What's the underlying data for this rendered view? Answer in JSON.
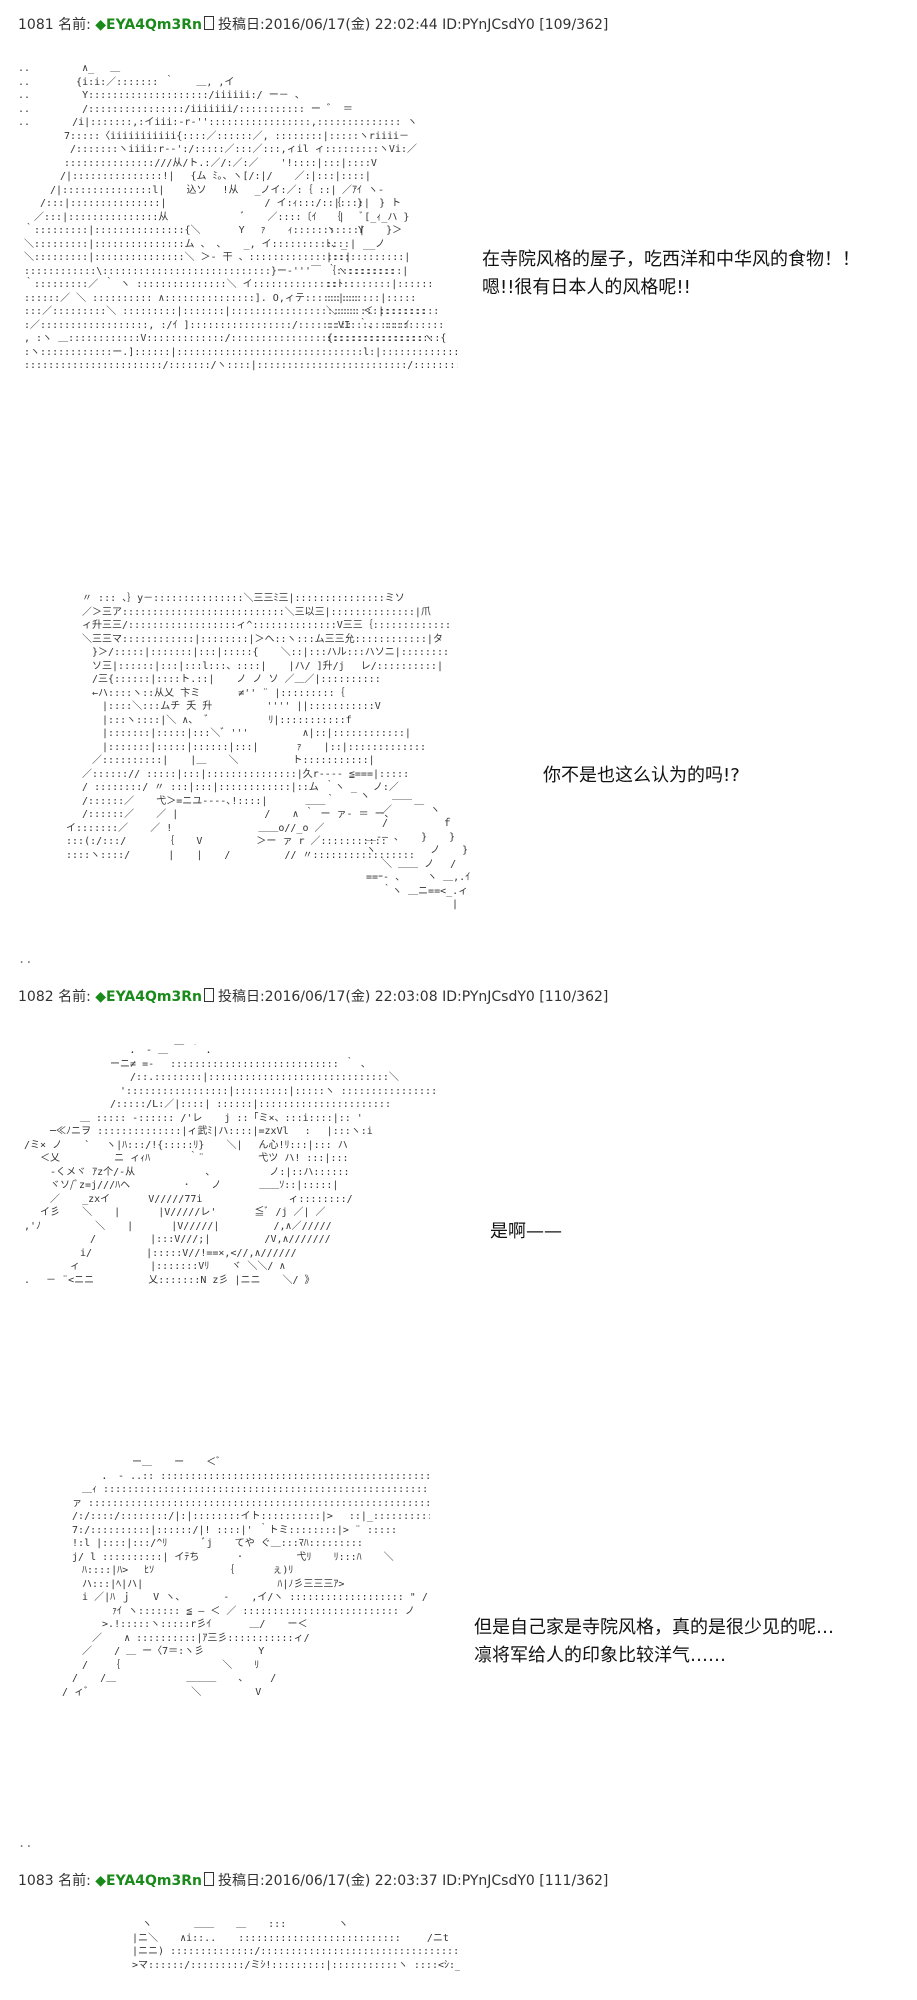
{
  "posts": [
    {
      "number": "1081",
      "name_label": "名前:",
      "trip": "◆EYA4Qm3Rn",
      "date_label": "投稿日:",
      "date": "2016/06/17(金) 22:02:44",
      "id": "ID:PYnJCsdY0",
      "counter": "[109/362]"
    },
    {
      "number": "1082",
      "name_label": "名前:",
      "trip": "◆EYA4Qm3Rn",
      "date_label": "投稿日:",
      "date": "2016/06/17(金) 22:03:08",
      "id": "ID:PYnJCsdY0",
      "counter": "[110/362]"
    },
    {
      "number": "1083",
      "name_label": "名前:",
      "trip": "◆EYA4Qm3Rn",
      "date_label": "投稿日:",
      "date": "2016/06/17(金) 22:03:37",
      "id": "ID:PYnJCsdY0",
      "counter": "[111/362]"
    }
  ],
  "dialogue": {
    "line1a": "在寺院风格的屋子，吃西洋和中华风的食物！！",
    "line1b": "嗯!!很有日本人的风格呢!!",
    "line2": "你不是也这么认为的吗!?",
    "line3": "是啊——",
    "line4a": "但是自己家是寺院风格，真的是很少见的呢…",
    "line4b": "凛将军给人的印象比较洋气……"
  },
  "ascii_art": {
    "art1": ".. 　　　　 ∧_ 　＿ 　\n.. 　　　　{i:i:／::::::: ｀ 　 ＿, ,イ\n.. 　　　　 Y::::::::::::::::::::/iiiiii:/ ー－ 、\n.. 　　　　 /::::::::::::::::/iiiiiii/::::::::::: ー ゛ ＝\n.. 　　　 /i|:::::::,:イiii:-r‐'':::::::::::::::::,:::::::::::::: ヽ\n 　　　　7:::::〈iiiiiiiiiii{::::／::::::／, ::::::::|:::::ヽriiii－\n 　　　　 /:::::::ヽiiii:r-‐':/:::::／:::／:::,ィil ィ:::::::::ヽVi:／\n 　　　　:::::::::::::::///从/ト.:／/:／:／ 　 '!::::|:::|::::V\n 　　　 /|:::::::::::::::!| 　{ム ﾐ｡、ヽ[/:|/ 　 ／:|:::|::::|\n 　　 /|:::::::::::::::l| 　 込ソ 　!从 　_ノイ:／:｛ ::|\n 　 /:::|:::::::::::::::| 　　　　　　　 　 / イ:ｨ:::/::|::::|\n 　／:::|:::::::::::::::从 　　　　　　 ﾞ 　 ／::::〔ｲ 　 |\n ｀:::::::::|:::::::::::::::{＼ 　 　 Y 　ｧ 　 ｨ:::::::::::|\n ＼:::::::::|:::::::::::::::ム 、 ､ 　 _, イ:::::::::::::|\n ＼:::::::::|:::::::::::::::＼ ＞- 干 、::::::::::::::::|\n ::::::::::::\\::::::::::::::::::::::::::::}ー-'''￣ ｀ヽ::::::::\n ｀:::::::::／ ｀ ヽ :::::::::::::::＼ イ:::::::::::::::::\n ::::::／ ＼ :::::::::: ∧:::::::::::::::]. O,ィテ:::::::::\n :::／:::::::::＼ :::::::::|:::::::|::::::::::::::::::::: ＜ ::::::::::\n :／::::::::::::::::::, :/ｲ ]:::::::::::::::::/::::::::: ｀、 ::::::::::\n , :ヽ ＿::::::::::::V:::::::::::::/::::::::::::::::{:::::::::::::::ヽ\n :ヽ::::::::::::ー.]::::::|:::::::::::::::::::::::::::::::l:|::::::::::::::\n :::::::::::::::::::::::/:::::::/ヽ::::|:::::::::::::::::::::::::/::::::::::",
    "art1b": "\n\n\n\n\n\n\n\n\n 　 ／ｱｲ ヽ-\n 　｛ 　} 　} ト\n 　｛ 　 ﾞ[_ｨ_ハ }\n ヽ 　 Y 　 }＞\n ﾄ、_ 　__ノ\n |::::::::::::|\n ｛:::::::::::|\n ::ﾄ::::::::|::::::\n ::|::::::|:::::\n ＼:::::::|:::::::\n ::VI:::::::::ｲ\n :::::::::::::::::::{",
    "art2": " 　 〃 ::: 、｝y－:::::::::::::::＼三三ﾐ三|:::::::::::::::ミソ\n 　 ／＞三ア:::::::::::::::::::::::::::＼三以三|::::::::::::::|爪\n 　 ィ升三三/::::::::::::::::::ィ^::::::::::::::V三三｛::::::::::::::|三》\n 　 ＼三三マ::::::::::::|::::::::|＞ヘ::ヽ:::ム三三允::::::::::::|タ\n 　　 }＞/:::::|:::::::|:::|:::::{ 　 ＼::|:::ハル:::ハソニ|::::::::::\n 　　 ソ三|::::::|:::|:::l:::、::::| 　 |ハ/ ]升/j 　レ/::::::::::|\n 　　 /三{::::::|::::ト.::| 　 ノ ノ ソ ／＿／|::::::::::\n 　　 ←ハ::::ヽ::从乂 卞ミ 　 　 ≠'' ¨ |:::::::::｛\n 　　　 |::::＼:::ムチ 夭 升 　 　 　 '''' ||:::::::::::V\n 　　　 |:::ヽ::::|＼ ∧、 ゛ 　 　 　 ﾘ|:::::::::::f\n 　　　 |:::::::|:::::|:::＼゛''' 　 　 　 ∧|::|::::::::::::|\n 　　　 |:::::::|:::::|::::::|:::| 　 　 ｧ 　 |::|:::::::::::::\n 　　 ／::::::::::| 　 |＿ 　 ＼ 　 　 　 ト:::::::::::|\n 　 ／::::::// :::::|:::|:::::::::::::::|久r---- ≦===|:::::\n 　 / ::::::::/ 〃 :::|:::|::::::::::::|::ム ｀ヽ _ 　ノ:／\n 　 /::::::／ 　 弋＞=ニユ----､!::::| 　 　 ＿＿｀\n 　 /::::::／ 　 ／ | 　 　 　 　 　 / 　 ∧ ｀ ー ァ- ＝ ー､\n イ:::::::／ 　 ／ ! 　 　 　 　 　 ＿＿o//_o ／\n :::(:/:::/ 　 　 ｛ 　 V 　 　 　 ＞ー ァ r ／:::::::::::\n ::::ヽ::::/ 　 　 | 　 | 　 / 　 　 　 // 〃:::::::::::::::::",
    "art2b": "ヽ 　 ＿＿\n 　 ／ 　 ￣ ヽ\n 　 / 　 　 　 ｆ\n ＿-― ､ 　 } 　 }\n ヽ 　 　 　 ノ 　 }\n 　 ＼ ＿＿ ノ 　/\n ==ｰ- 、 　 ヽ ＿,.ｲ\n 　 ｀ヽ ＿ニ==<_.ィ\n 　　　　　　　　 |",
    "art3": " 　　　　　　　　　　 ． ‐ ＿ ￣ ｀ ．\n 　　　　　　　　 ーニ≠ =‐ 　:::::::::::::::::::::::::::: ｀ 、\n 　　　　　　　　　　 /::.::::::::|::::::::::::::::::::::::::::::＼\n 　　　　　　　　　 ':::::::::::::::::|:::::::::|:::::ヽ :::::::::::::::::\n 　　　　　　　　 /:::::/L:／|::::| ::::::|::::::::::::::::::::::\n 　　　　　 ＿ ::::: -:::::: /'レ 　 j ::「ミ×、:::i::::|:: '\n 　　 ─≪ﾉニヲ ::::::::::::::|ィ武ﾐ|ハ::::|=zxVl 　: 　|:::ヽ:i\n /ミ× ノ 　 ` 　ヽ|ﾊ:::/!{:::::ﾘ} 　 ＼| 　ん心!ﾘ:::|::: ハ\n 　 ＜乂 　 　 　 ニ ィｨﾊ 　 　 ｀¨ 　 　 　 弋ツ ハ! :::|:::\n 　　 -くメヾ ｱz个/‐从 　 　 　 　 、 　 　 　 ノ:|::ハ::::::\n 　　 ヾソ/ﾞz=j///ﾊヘ 　 　 　 ･ 　 ノ 　 　 ＿＿ｿ::|:::::|\n 　　 ／ 　 _zxイ 　 　 V/////77i 　 　 　 　 　 ィ::::::::/\n 　 イ彡 　 ＼ 　 | 　 　 |V/////レ' 　 　 ≦ﾞ /j ／| ／\n ,'ﾉ 　 　 　 ＼ 　 | 　 　 |V/////| 　 　 　 /,∧／/////\n 　　　　　　 / 　 　 　 |:::V///;| 　 　 　 /V,∧///////\n 　　　　　 i/ 　 　 　 |:::::V//!==×,<//,∧//////\n 　　　　 ィ 　 　 　 　 |:::::::Vﾘ 　 ヾ ＼＼/ ∧\n . 　－ ¨<ニニ 　 　 　 乂:::::::N z彡 |ニニ 　 ＼/ 》",
    "art4": " 　　　　　　　　　 ー＿ 　 ー 　 ＜ﾞ\n 　　　　　　 ． ‐ ..:: ::::::::::::::::::::::::::::::::::::::::::::::::＞ ::::ヽ ::ヘ\n 　　　　 ＿ｨ ::::::::::::::::::::::::::::::::::::::::::::::::::::::::::::::::＼:::::::::::\n 　　　 ァ ::::::::::::::::::::::::::::::::::::::::::::::::::::::::::::::::::::::::::::::::::\n 　　　 /:/::::/::::::::/|:|::::::::イト::::::::::|> 　::|_:::::::::::＼ 　::＼::\n 　　　 7:/::::::::::|::::::/|! ::::|' ｀トミ::::::::|> ¨ :::::\n 　　　 !:l |::::|:::/^ﾘ 　 　 ﾞj 　 てや ぐ＿:::ﾏﾊ:::::::::\n 　　　 j/ l ::::::::::| イﾃち 　 　 ･ 　 　 　 弋ﾘ 　 ﾘ:::ﾊ 　 ＼\n 　　　　 ﾊ::::|ﾊ> 　ﾋｿ 　 　 　 　 ｛ 　 　 ぇ)ﾘ\n 　　　　 ハ:::|ﾍ|ハ| 　 　 　 　 　 　 　 　 ﾊ|ﾉ彡三三三ｱ>\n 　　　　 i ／|ﾊ ｊ 　 V ヽ、 　 　 ‐ 　 ,イ/ヽ ::::::::::::::::::: \" / |\n 　　　　　　　 ｧｲ ヽ::::::: ≦ ― ＜ ／ :::::::::::::::::::::::::: ノ\n 　　　　　　 >.!:::::ヽ:::::r彡ｲ 　 　 ＿/ 　 ー＜\n 　　　　　 ／ 　 ∧ ::::::::::|ｱ三彡:::::::::::ィ/\n 　　　　 ／ 　 / ＿ ー〈7＝:ヽ彡 　 　 　 Y\n 　　　　 / 　 ｛ 　 　 　 　 　 　 ＼ 　 ﾘ\n 　　　 / 　 /＿ 　 　 　 　 ＿＿＿ 　 、 　 /\n 　　 / ィﾞ 　 　 　 　 　 　 ＼ 　 　 　 V",
    "art5": " 　　　　　　　 ヽ 　　　 ＿＿ 　 ＿ 　 ::: 　　　　 ヽ\n 　　　　　　 |ニ＼ 　 ∧i::.. 　 ::::::::::::::::::::::::::: 　　/ニt\n 　　　　　　 |ニニ) ::::::::::::::/:::::::::::::::::::::::::::::::::::::＼ 　|ニニ) _≦!\n 　　　　　 　>マ::::::/:::::::::/ミｼ!:::::::::|:::::::::::ヽ ::::<ｼ:_:::_ﾞ"
  }
}
